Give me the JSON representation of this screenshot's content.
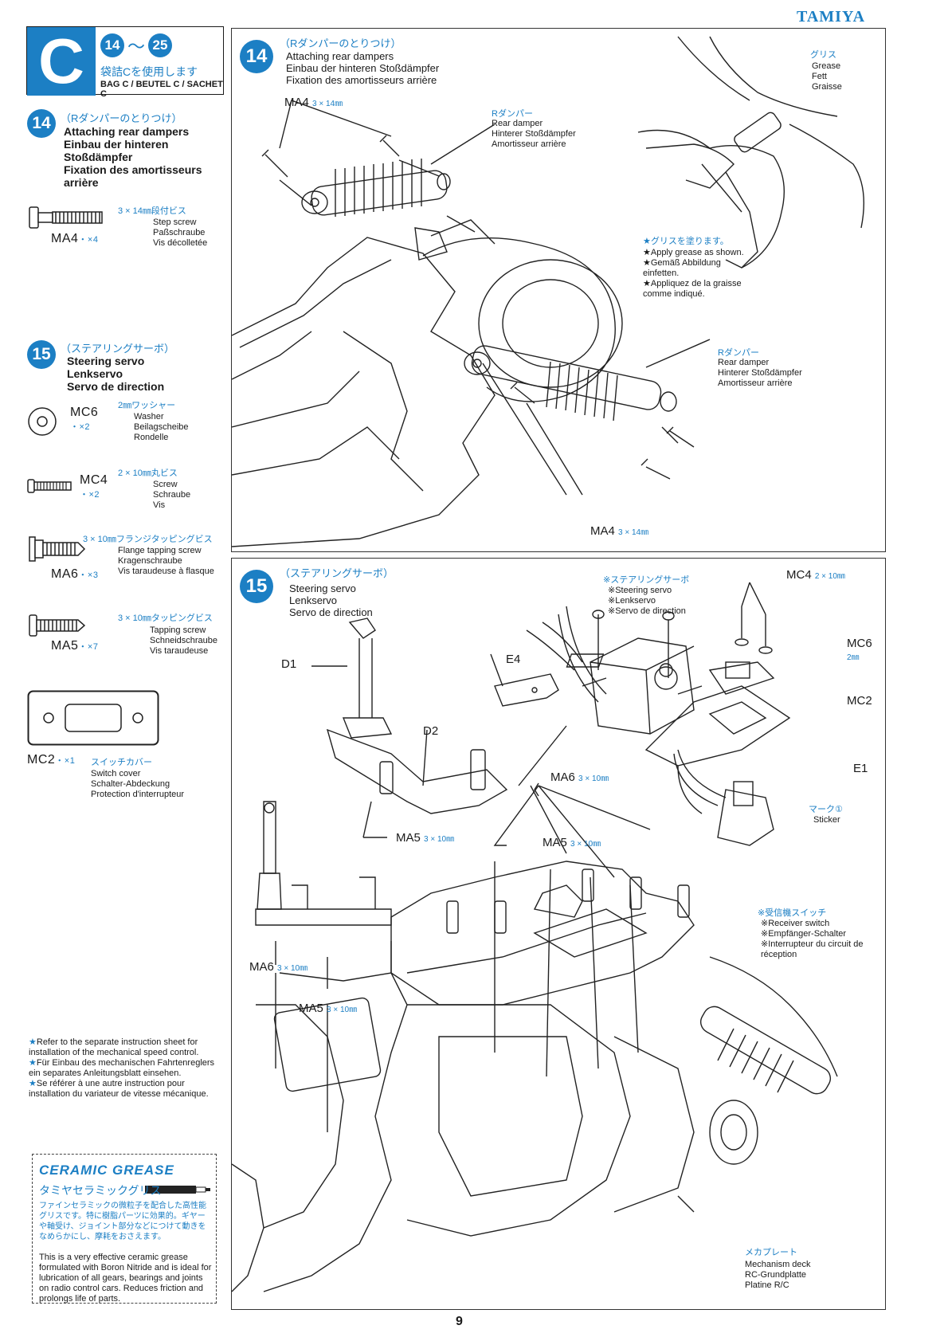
{
  "brand": "TAMIYA",
  "bag": {
    "letter": "C",
    "step_from": "14",
    "step_to": "25",
    "tilde": "〜",
    "jp": "袋詰Cを使用します",
    "en": "BAG C / BEUTEL C / SACHET C"
  },
  "sidebar": {
    "step14": {
      "num": "14",
      "jp": "（Rダンパーのとりつけ）",
      "en1": "Attaching rear dampers",
      "en2": "Einbau der hinteren",
      "en3": "Stoßdämpfer",
      "en4": "Fixation des amortisseurs",
      "en5": "arrière",
      "parts": [
        {
          "code": "MA4",
          "qty": "・×4",
          "jp": "3 × 14㎜段付ビス",
          "d1": "Step screw",
          "d2": "Paßschraube",
          "d3": "Vis décolletée"
        }
      ]
    },
    "step15": {
      "num": "15",
      "jp": "（ステアリングサーボ）",
      "en1": "Steering servo",
      "en2": "Lenkservo",
      "en3": "Servo de direction",
      "parts": [
        {
          "code": "MC6",
          "qty": "・×2",
          "jp": "2㎜ワッシャー",
          "d1": "Washer",
          "d2": "Beilagscheibe",
          "d3": "Rondelle"
        },
        {
          "code": "MC4",
          "qty": "・×2",
          "jp": "2 × 10㎜丸ビス",
          "d1": "Screw",
          "d2": "Schraube",
          "d3": "Vis"
        },
        {
          "code": "MA6",
          "qty": "・×3",
          "jp": "3 × 10㎜フランジタッピングビス",
          "d1": "Flange tapping screw",
          "d2": "Kragenschraube",
          "d3": "Vis taraudeuse à flasque"
        },
        {
          "code": "MA5",
          "qty": "・×7",
          "jp": "3 × 10㎜タッピングビス",
          "d1": "Tapping screw",
          "d2": "Schneidschraube",
          "d3": "Vis taraudeuse"
        },
        {
          "code": "MC2",
          "qty": "・×1",
          "jp": "スイッチカバー",
          "d1": "Switch cover",
          "d2": "Schalter-Abdeckung",
          "d3": "Protection d'interrupteur"
        }
      ]
    }
  },
  "panel14": {
    "num": "14",
    "jp": "（Rダンパーのとりつけ）",
    "en1": "Attaching rear dampers",
    "en2": "Einbau der hinteren Stoßdämpfer",
    "en3": "Fixation des amortisseurs arrière",
    "ma4_top": "MA4",
    "ma4_top_dim": "3 × 14㎜",
    "damper1_jp": "Rダンパー",
    "damper1_en1": "Rear damper",
    "damper1_en2": "Hinterer Stoßdämpfer",
    "damper1_en3": "Amortisseur arrière",
    "grease_jp": "グリス",
    "grease_en1": "Grease",
    "grease_en2": "Fett",
    "grease_en3": "Graisse",
    "apply_jp": "★グリスを塗ります。",
    "apply1": "★Apply grease as shown.",
    "apply2": "★Gemäß Abbildung einfetten.",
    "apply3": "★Appliquez de la graisse comme indiqué.",
    "damper2_jp": "Rダンパー",
    "damper2_en1": "Rear damper",
    "damper2_en2": "Hinterer Stoßdämpfer",
    "damper2_en3": "Amortisseur arrière",
    "ma4_bottom": "MA4",
    "ma4_bottom_dim": "3 × 14㎜"
  },
  "panel15": {
    "num": "15",
    "jp": "（ステアリングサーボ）",
    "en1": "Steering servo",
    "en2": "Lenkservo",
    "en3": "Servo de direction",
    "servo_jp": "※ステアリングサーボ",
    "servo_en1": "※Steering servo",
    "servo_en2": "※Lenkservo",
    "servo_en3": "※Servo de direction",
    "mc4": "MC4",
    "mc4_dim": "2 × 10㎜",
    "mc6": "MC6",
    "mc6_dim": "2㎜",
    "mc2": "MC2",
    "e1": "E1",
    "e4": "E4",
    "d1": "D1",
    "d2": "D2",
    "ma5_a": "MA5",
    "ma5_a_dim": "3 × 10㎜",
    "ma6_a": "MA6",
    "ma6_a_dim": "3 × 10㎜",
    "mark_jp": "マーク①",
    "mark_en": "Sticker",
    "ma5_b": "MA5",
    "ma5_b_dim": "3 × 10㎜",
    "rx_jp": "※受信機スイッチ",
    "rx_en1": "※Receiver switch",
    "rx_en2": "※Empfänger-Schalter",
    "rx_en3": "※Interrupteur du circuit de réception",
    "ma6_b": "MA6",
    "ma6_b_dim": "3 × 10㎜",
    "ma5_c": "MA5",
    "ma5_c_dim": "3 × 10㎜",
    "deck_jp": "メカプレート",
    "deck_en1": "Mechanism deck",
    "deck_en2": "RC-Grundplatte",
    "deck_en3": "Platine R/C"
  },
  "notes": {
    "n1": "Refer to the separate instruction sheet for installation of the mechanical speed control.",
    "n2": "Für Einbau des mechanischen Fahrtenreglers ein separates Anleitungsblatt einsehen.",
    "n3": "Se référer à une autre instruction pour installation du variateur de vitesse mécanique."
  },
  "grease": {
    "logo": "CERAMIC GREASE",
    "name": "タミヤセラミックグリス",
    "jp": "ファインセラミックの微粒子を配合した高性能グリスです。特に樹脂パーツに効果的。ギヤーや軸受け、ジョイント部分などにつけて動きをなめらかにし、摩耗をおさえます。",
    "en": "This is a very effective ceramic grease formulated with Boron Nitride and is ideal for lubrication of all gears, bearings and joints on radio control cars. Reduces friction and prolongs life of parts."
  },
  "page": "9"
}
